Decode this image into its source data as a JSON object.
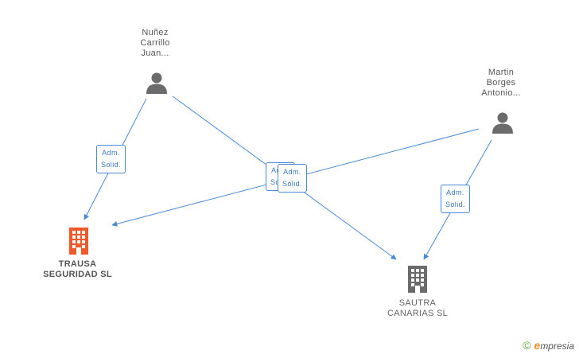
{
  "nodes": {
    "person_nunez": {
      "lines": [
        "Nuñez",
        "Carrillo",
        "Juan..."
      ]
    },
    "person_martin": {
      "lines": [
        "Martin",
        "Borges",
        "Antonio..."
      ]
    },
    "company_trausa": {
      "lines": [
        "TRAUSA",
        "SEGURIDAD SL"
      ]
    },
    "company_sautra": {
      "lines": [
        "SAUTRA",
        "CANARIAS SL"
      ]
    }
  },
  "edges": [
    {
      "from": "person_nunez",
      "to": "company_trausa",
      "label": [
        "Adm.",
        "Solid."
      ]
    },
    {
      "from": "person_nunez",
      "to": "company_sautra",
      "label": [
        "Adm.",
        "Solid."
      ]
    },
    {
      "from": "person_martin",
      "to": "company_trausa",
      "label": [
        "Adm.",
        "Solid."
      ]
    },
    {
      "from": "person_martin",
      "to": "company_sautra",
      "label": [
        "Adm.",
        "Solid."
      ]
    }
  ],
  "colors": {
    "edge": "#4a8ad4",
    "person_icon": "#6b6b6b",
    "company_focus": "#f05a2a",
    "company_other": "#6b6b6b"
  },
  "brand": {
    "copyright": "©",
    "e_letter": "e",
    "rest": "mpresia"
  }
}
